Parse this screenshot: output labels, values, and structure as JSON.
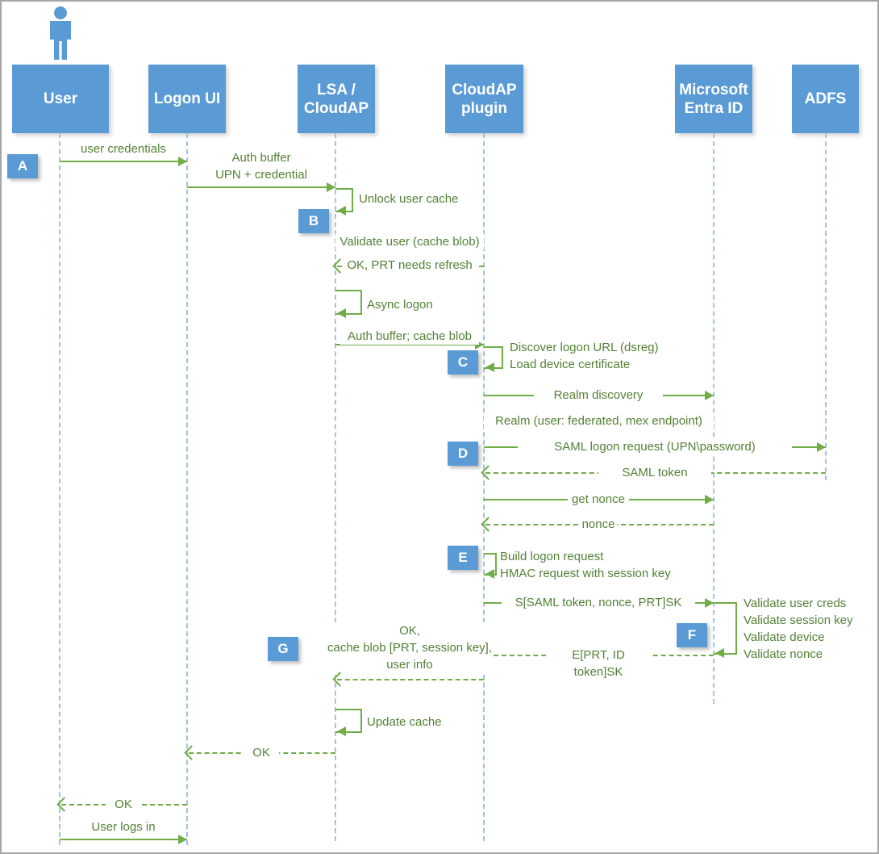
{
  "colors": {
    "actor_fill": "#5B9BD5",
    "lifeline": "#9DC3E6",
    "arrow": "#70AD47",
    "message_text": "#538135",
    "border": "#A6A6A6"
  },
  "actors": {
    "user": "User",
    "logon_ui": "Logon UI",
    "lsa_cloudap": "LSA /\nCloudAP",
    "cloudap_plugin": "CloudAP\nplugin",
    "entra_id": "Microsoft\nEntra ID",
    "adfs": "ADFS"
  },
  "steps": {
    "a": "A",
    "b": "B",
    "c": "C",
    "d": "D",
    "e": "E",
    "f": "F",
    "g": "G"
  },
  "messages": {
    "user_credentials": "user credentials",
    "auth_buffer": "Auth buffer\nUPN + credential",
    "unlock_user_cache": "Unlock user cache",
    "validate_user": "Validate user (cache blob)",
    "ok_prt_refresh": "OK, PRT needs refresh",
    "async_logon": "Async logon",
    "auth_buffer_cache_blob": "Auth buffer; cache blob",
    "discover_logon": "Discover logon URL (dsreg)\nLoad device certificate",
    "realm_discovery": "Realm discovery",
    "realm_response": "Realm (user: federated, mex endpoint)",
    "saml_logon_request": "SAML logon request (UPN\\password)",
    "saml_token": "SAML token",
    "get_nonce": "get nonce",
    "nonce": "nonce",
    "build_logon_request": "Build logon request\nHMAC request with session key",
    "s_saml_token_nonce_prt": "S[SAML token, nonce, PRT]SK",
    "validate_list": "Validate user creds\nValidate session key\nValidate device\nValidate nonce",
    "e_prt_id_token": "E[PRT, ID token]SK",
    "ok_cache_blob": "OK,\ncache blob [PRT, session key],\nuser info",
    "update_cache": "Update cache",
    "ok_to_logon_ui": "OK",
    "ok_to_user": "OK",
    "user_logs_in": "User logs in"
  }
}
